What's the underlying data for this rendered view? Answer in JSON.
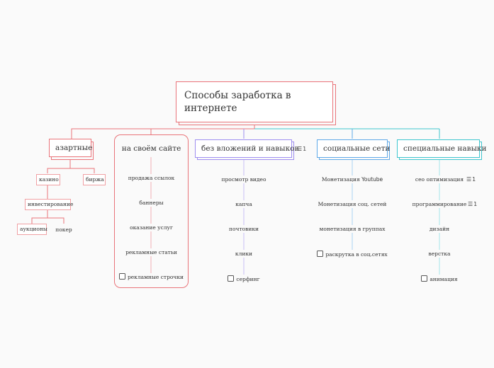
{
  "root": {
    "title": "Способы заработка в интернете"
  },
  "colors": {
    "red": "#e9747a",
    "purple": "#9e8ef0",
    "blue": "#5fa9e8",
    "teal": "#3ec6cf"
  },
  "branches": {
    "gambling": {
      "label": "азартные",
      "children": {
        "casino": "казино",
        "exchange": "биржа",
        "investing": "инвестирование",
        "auctions": "аукционы",
        "poker": "покер"
      }
    },
    "own_site": {
      "label": "на своём сайте",
      "items": [
        "продажа ссылок",
        "баннеры",
        "оказание услуг",
        "рекламные статьи",
        "рекламные строчки"
      ]
    },
    "no_investment": {
      "label": "без вложений и навыков",
      "count": "1",
      "items": [
        "просмотр видео",
        "капча",
        "почтовики",
        "клики",
        "серфинг"
      ]
    },
    "social": {
      "label": "социальные сети",
      "items": [
        "Монетизация",
        "Youtube",
        "Монетизация соц. сетей",
        "монетизация в группах",
        "раскрутка в соц.сетях"
      ]
    },
    "skills": {
      "label": "специальные навыки",
      "items": [
        "сео оптимизация",
        "программирование",
        "дизайн",
        "верстка",
        "анимация"
      ],
      "counts": [
        "1",
        "1"
      ]
    }
  }
}
